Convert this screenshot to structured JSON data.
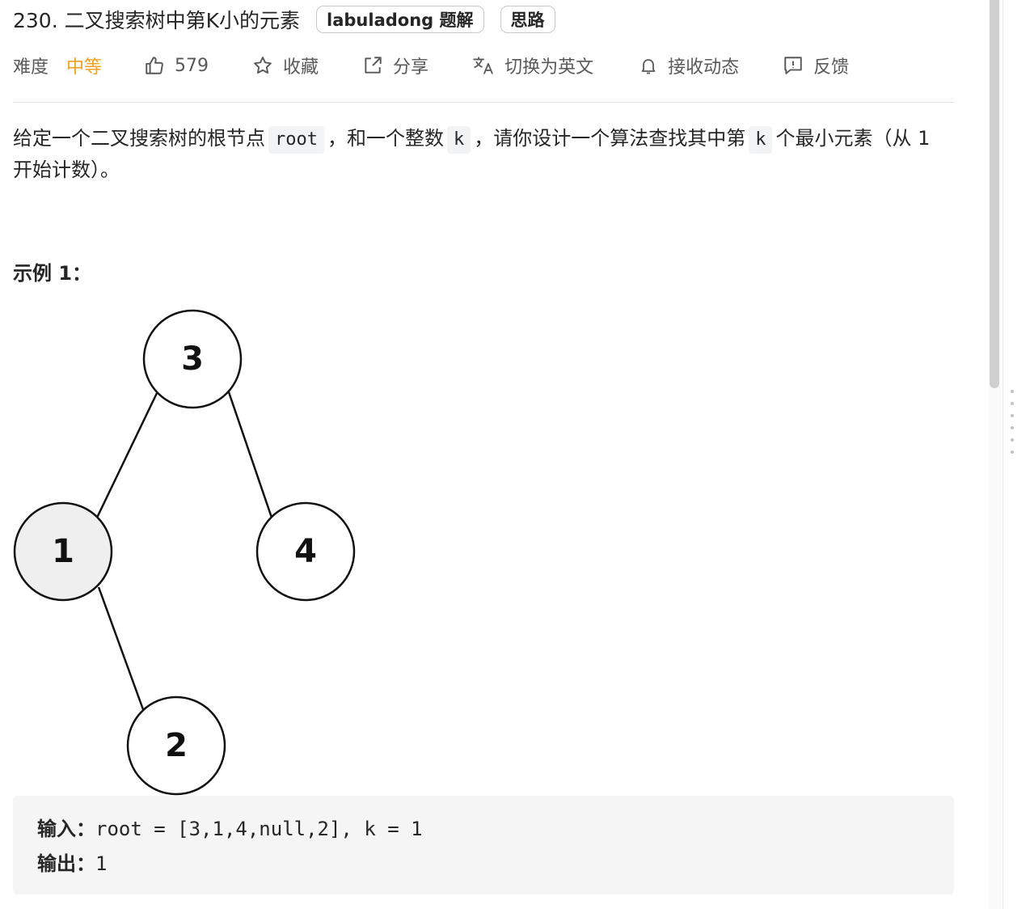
{
  "problem": {
    "title": "230. 二叉搜索树中第K小的元素",
    "tags": [
      "labuladong 题解",
      "思路"
    ]
  },
  "meta": {
    "difficulty_label": "难度",
    "difficulty_value": "中等",
    "difficulty_color": "#f0a020",
    "likes": "579",
    "favorite": "收藏",
    "share": "分享",
    "translate": "切换为英文",
    "subscribe": "接收动态",
    "feedback": "反馈"
  },
  "description": {
    "part1": "给定一个二叉搜索树的根节点",
    "code1": "root",
    "part2": "，和一个整数",
    "code2": "k",
    "part3": "，请你设计一个算法查找其中第",
    "code3": "k",
    "part4": "个最小元素（从 1 开始计数）。"
  },
  "example": {
    "title": "示例 1：",
    "tree_nodes": [
      "3",
      "1",
      "4",
      "2"
    ],
    "input_label": "输入：",
    "input_value": "root = [3,1,4,null,2], k = 1",
    "output_label": "输出：",
    "output_value": "1"
  }
}
